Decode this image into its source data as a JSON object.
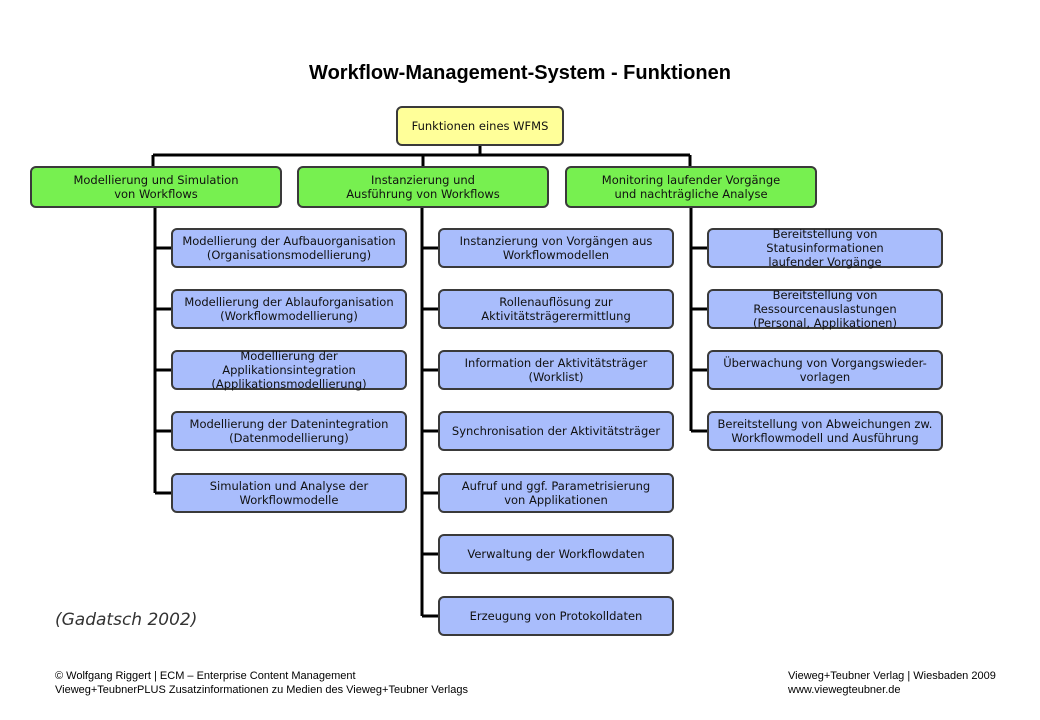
{
  "title": "Workflow-Management-System - Funktionen",
  "root": "Funktionen eines WFMS",
  "branches": [
    {
      "label": "Modellierung und Simulation\nvon Workflows",
      "items": [
        "Modellierung der Aufbauorganisation\n(Organisationsmodellierung)",
        "Modellierung der Ablauforganisation\n(Workflowmodellierung)",
        "Modellierung der Applikationsintegration\n(Applikationsmodellierung)",
        "Modellierung der Datenintegration\n(Datenmodellierung)",
        "Simulation und Analyse der\nWorkflowmodelle"
      ]
    },
    {
      "label": "Instanzierung und\nAusführung von Workflows",
      "items": [
        "Instanzierung von Vorgängen aus\nWorkflowmodellen",
        "Rollenauflösung zur\nAktivitätsträgerermittlung",
        "Information der Aktivitätsträger\n(Worklist)",
        "Synchronisation der Aktivitätsträger",
        "Aufruf und ggf. Parametrisierung\nvon Applikationen",
        "Verwaltung der Workflowdaten",
        "Erzeugung von Protokolldaten"
      ]
    },
    {
      "label": "Monitoring laufender Vorgänge\nund nachträgliche Analyse",
      "items": [
        "Bereitstellung von Statusinformationen\nlaufender Vorgänge",
        "Bereitstellung von Ressourcenauslastungen\n(Personal, Applikationen)",
        "Überwachung von Vorgangswieder-\nvorlagen",
        "Bereitstellung von Abweichungen zw.\nWorkflowmodell und Ausführung"
      ]
    }
  ],
  "citation": "(Gadatsch 2002)",
  "footer": {
    "left_line1": "© Wolfgang Riggert | ECM – Enterprise Content Management",
    "left_line2": "Vieweg+TeubnerPLUS Zusatzinformationen zu Medien des Vieweg+Teubner Verlags",
    "right_line1": "Vieweg+Teubner Verlag | Wiesbaden 2009",
    "right_line2": "www.viewegteubner.de"
  },
  "colors": {
    "root": "#ffff99",
    "branch": "#77f050",
    "leaf": "#a9bdfc",
    "line": "#000000"
  }
}
